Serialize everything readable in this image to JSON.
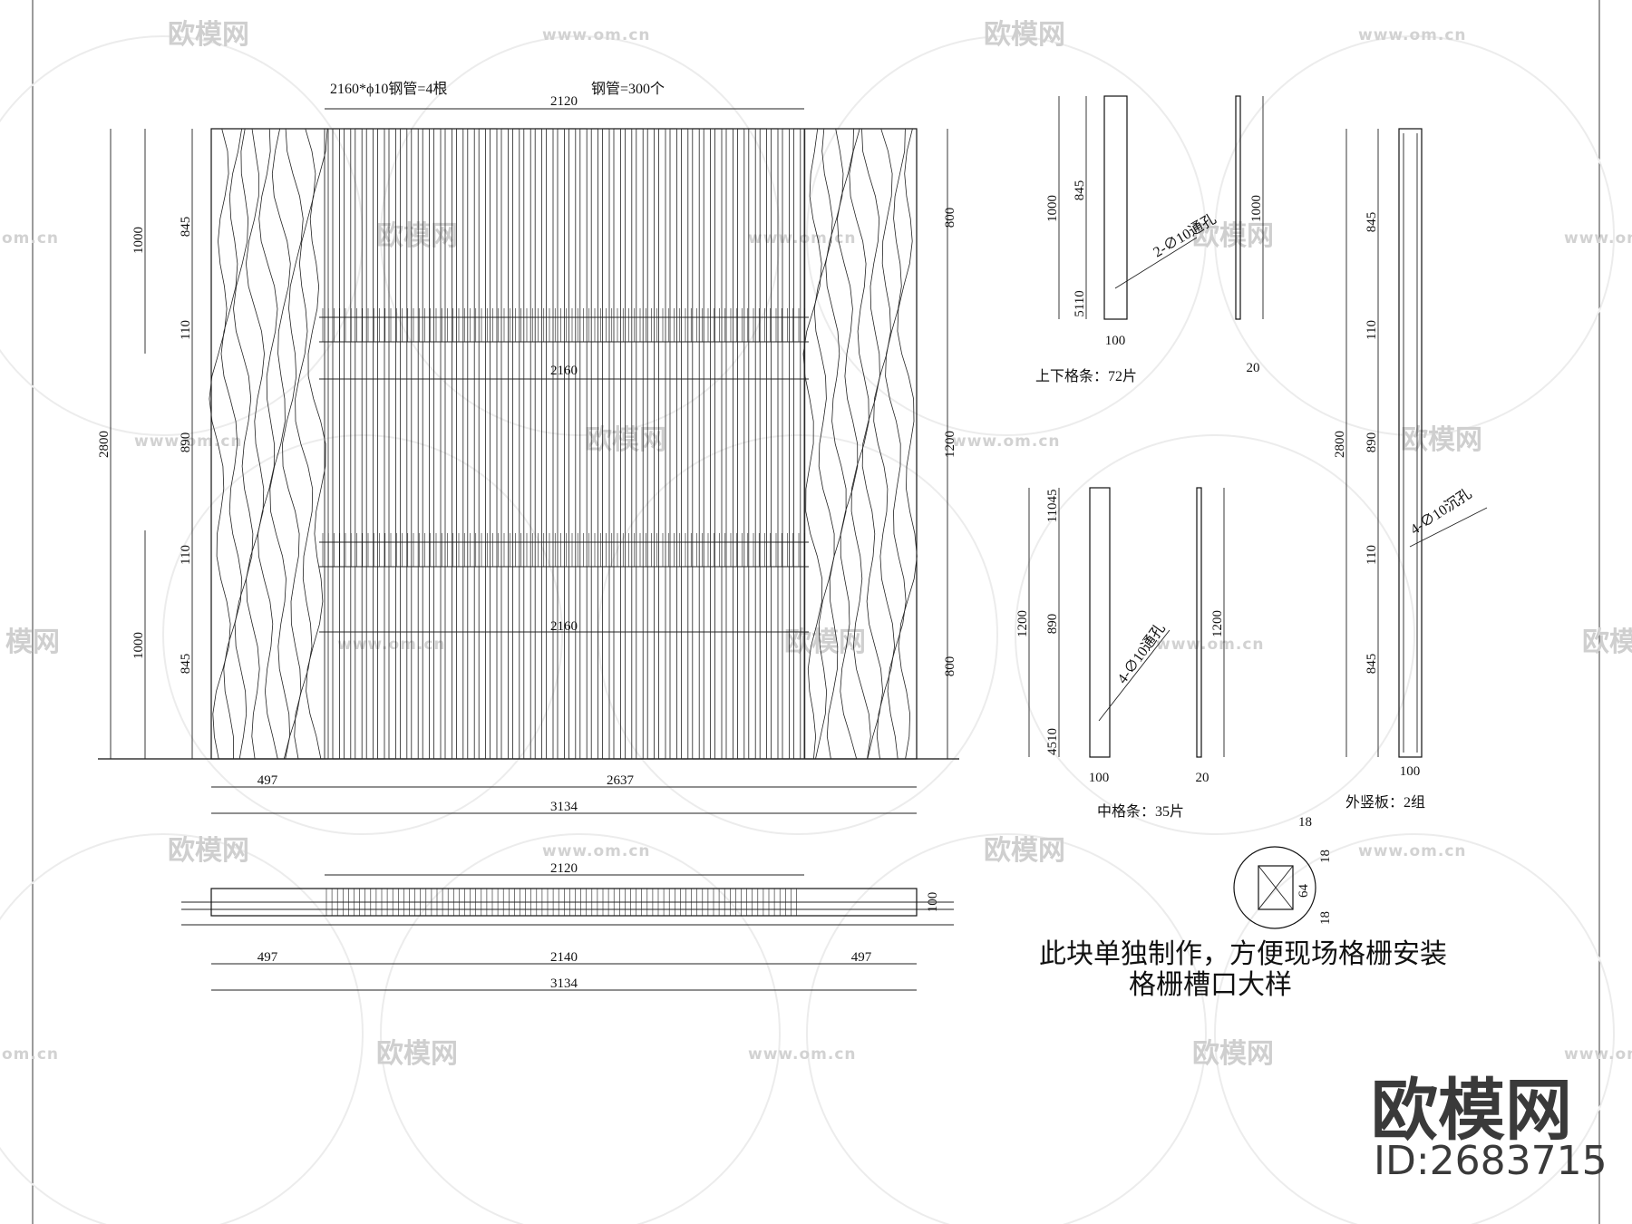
{
  "watermark": {
    "brand": "欧模网",
    "url": "www.om.cn",
    "url_cut": "om.cn",
    "brand_cut": "模网"
  },
  "top_labels": {
    "steel_pipe_count": "2160*ϕ10钢管=4根",
    "pipe_total": "钢管=300个"
  },
  "elevation_dims": {
    "top_width": "2120",
    "mid_width_1": "2160",
    "mid_width_2": "2160",
    "left_h_1000a": "1000",
    "left_h_1000b": "1000",
    "left_total": "2800",
    "left_845a": "845",
    "left_110a": "110",
    "left_890": "890",
    "left_110b": "110",
    "left_845b": "845",
    "right_800a": "800",
    "right_1200": "1200",
    "right_800b": "800",
    "bottom_497": "497",
    "bottom_2637": "2637",
    "bottom_3134": "3134"
  },
  "plan_dims": {
    "top_2120": "2120",
    "depth_100": "100",
    "left_497": "497",
    "mid_2140": "2140",
    "right_497": "497",
    "total_3134": "3134"
  },
  "detail_top": {
    "h1000": "1000",
    "h845": "845",
    "h110": "5110",
    "w100": "100",
    "hole_note": "2-∅10通孔",
    "side_h1000": "1000",
    "side_w20": "20",
    "caption": "上下格条：72片"
  },
  "detail_mid": {
    "h1200": "1200",
    "h890": "890",
    "top_11045": "11045",
    "bot_4510": "4510",
    "w100": "100",
    "hole_note": "4-∅10通孔",
    "side_h1200": "1200",
    "side_w20": "20",
    "caption": "中格条：35片"
  },
  "detail_side": {
    "h2800": "2800",
    "h845a": "845",
    "h110a": "110",
    "h890": "890",
    "h110b": "110",
    "h845b": "845",
    "hole_note": "4-∅10沉孔",
    "w100": "100",
    "caption": "外竖板：2组"
  },
  "slot_detail": {
    "d18a": "18",
    "d18b": "18",
    "d64": "64",
    "d18c": "18"
  },
  "notes": {
    "note_line_1": "此块单独制作，方便现场格栅安装",
    "note_line_2": "格栅槽口大样"
  },
  "logo": {
    "brand": "欧模网",
    "id": "ID:2683715"
  }
}
